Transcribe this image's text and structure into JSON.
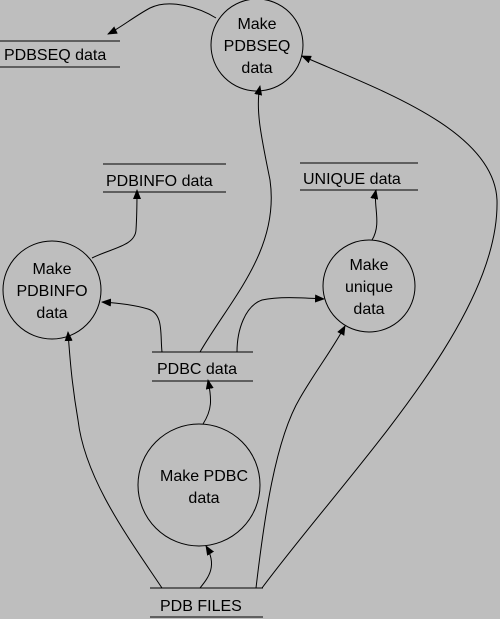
{
  "diagram": {
    "background": "#bebebe",
    "line_color": "#000000",
    "processes": [
      {
        "id": "make_pdbseq",
        "lines": [
          "Make",
          "PDBSEQ",
          "data"
        ]
      },
      {
        "id": "make_pdbinfo",
        "lines": [
          "Make",
          "PDBINFO",
          "data"
        ]
      },
      {
        "id": "make_unique",
        "lines": [
          "Make",
          "unique",
          "data"
        ]
      },
      {
        "id": "make_pdbc",
        "lines": [
          "Make PDBC",
          "data"
        ]
      }
    ],
    "stores": [
      {
        "id": "pdbseq_data",
        "label": "PDBSEQ data"
      },
      {
        "id": "pdbinfo_data",
        "label": "PDBINFO data"
      },
      {
        "id": "unique_data",
        "label": "UNIQUE data"
      },
      {
        "id": "pdbc_data",
        "label": "PDBC data"
      },
      {
        "id": "pdb_files",
        "label": "PDB FILES"
      }
    ],
    "flows": [
      {
        "from": "make_pdbseq",
        "to": "pdbseq_data"
      },
      {
        "from": "make_pdbinfo",
        "to": "pdbinfo_data"
      },
      {
        "from": "make_unique",
        "to": "unique_data"
      },
      {
        "from": "pdbc_data",
        "to": "make_pdbseq"
      },
      {
        "from": "pdbc_data",
        "to": "make_pdbinfo"
      },
      {
        "from": "pdbc_data",
        "to": "make_unique"
      },
      {
        "from": "make_pdbc",
        "to": "pdbc_data"
      },
      {
        "from": "pdb_files",
        "to": "make_pdbc"
      },
      {
        "from": "pdb_files",
        "to": "make_pdbinfo"
      },
      {
        "from": "pdb_files",
        "to": "make_unique"
      },
      {
        "from": "pdb_files",
        "to": "make_pdbseq"
      }
    ]
  }
}
